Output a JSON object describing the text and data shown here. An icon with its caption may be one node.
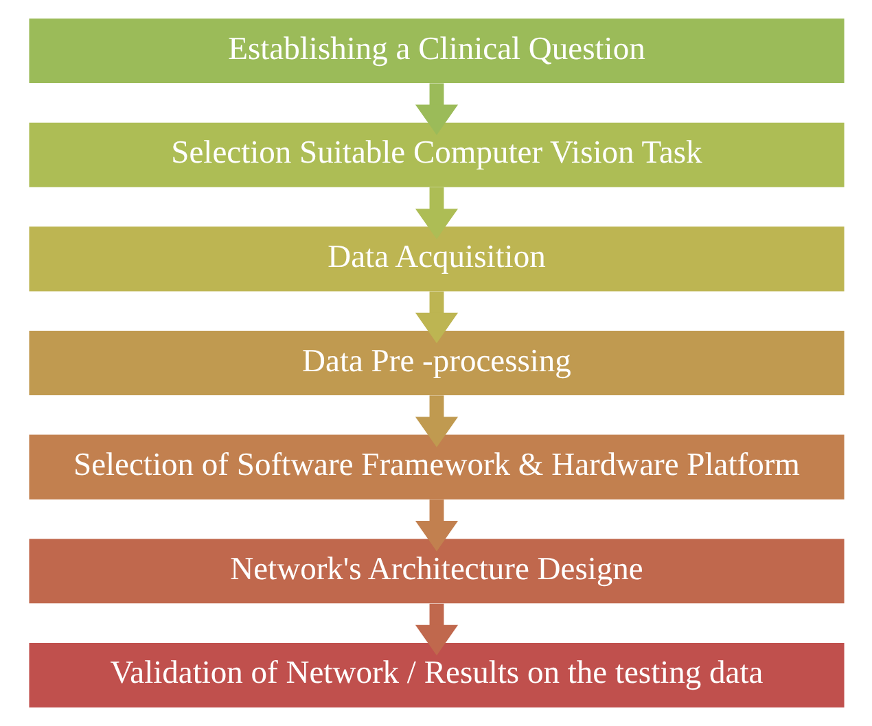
{
  "diagram": {
    "nodes": [
      {
        "text": [
          "Establishing a Clinical Question"
        ]
      },
      {
        "text": [
          "Selection Suitable Computer Vision Task"
        ]
      },
      {
        "text": [
          "Data Acquisition"
        ]
      },
      {
        "text": [
          "Data Pre -processing"
        ]
      },
      {
        "text": [
          "Selection of Software Framework & Hardware Platform"
        ]
      },
      {
        "text": [
          "Network's Architecture Designe"
        ]
      },
      {
        "text": [
          "Validation of Network / Results on the testing data"
        ]
      }
    ],
    "edges": [
      {
        "from": 0,
        "to": 1,
        "arrow": "to"
      },
      {
        "from": 1,
        "to": 2,
        "arrow": "to"
      },
      {
        "from": 2,
        "to": 3,
        "arrow": "to"
      },
      {
        "from": 3,
        "to": 4,
        "arrow": "to"
      },
      {
        "from": 4,
        "to": 5,
        "arrow": "to"
      },
      {
        "from": 5,
        "to": 6,
        "arrow": "to"
      }
    ]
  }
}
